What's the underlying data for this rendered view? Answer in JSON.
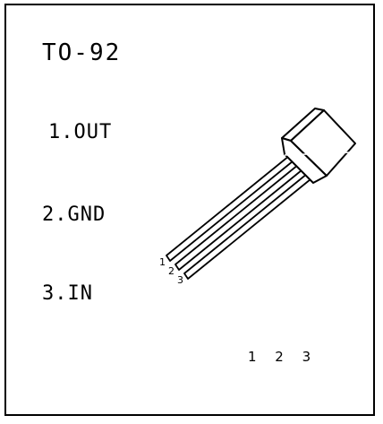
{
  "package": {
    "title": "TO-92",
    "pins": [
      {
        "label": "1.OUT"
      },
      {
        "label": "2.GND"
      },
      {
        "label": "3.IN"
      }
    ],
    "lead_numbers": [
      "1",
      "2",
      "3"
    ],
    "bottom_numbers": "1 2 3"
  }
}
